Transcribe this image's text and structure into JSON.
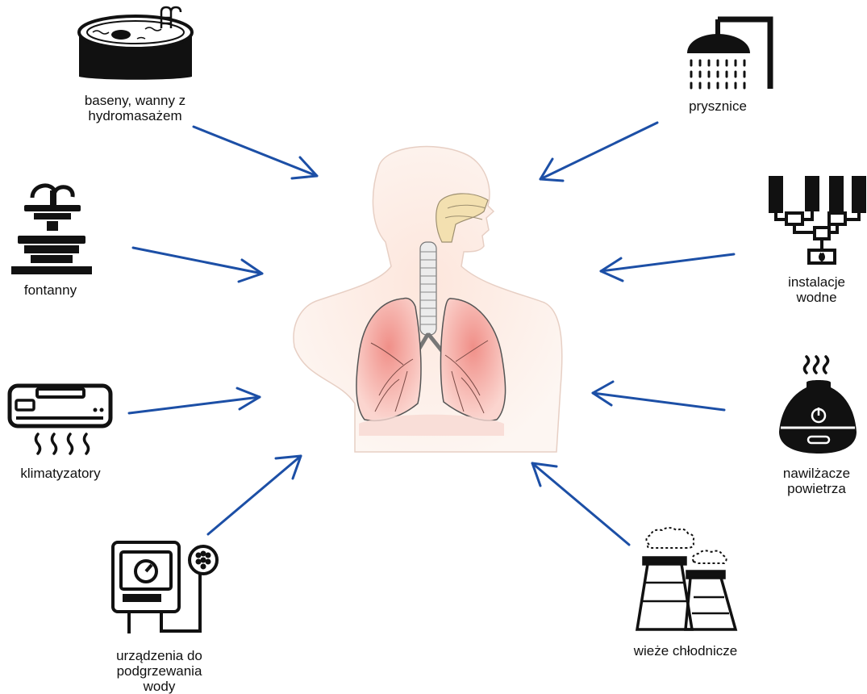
{
  "sources": [
    {
      "id": "pools",
      "label_line1": "baseny, wanny z",
      "label_line2": "hydromasażem",
      "icon": "hot-tub-icon"
    },
    {
      "id": "fountains",
      "label_line1": "fontanny",
      "icon": "fountain-icon"
    },
    {
      "id": "ac",
      "label_line1": "klimatyzatory",
      "icon": "air-conditioner-icon"
    },
    {
      "id": "heaters",
      "label_line1": "urządzenia do",
      "label_line2": "podgrzewania",
      "label_line3": "wody",
      "icon": "water-heater-icon"
    },
    {
      "id": "showers",
      "label_line1": "prysznice",
      "icon": "shower-icon"
    },
    {
      "id": "plumbing",
      "label_line1": "instalacje",
      "label_line2": "wodne",
      "icon": "water-pipes-icon"
    },
    {
      "id": "humidifiers",
      "label_line1": "nawilżacze",
      "label_line2": "powietrza",
      "icon": "humidifier-icon"
    },
    {
      "id": "towers",
      "label_line1": "wieże chłodnicze",
      "icon": "cooling-tower-icon"
    }
  ],
  "center": {
    "icon": "respiratory-system-illustration"
  },
  "colors": {
    "arrow": "#1c4fa6",
    "lung": "#f3a9a3",
    "skin": "#fbe9e0",
    "airway": "#f3e0b0"
  }
}
